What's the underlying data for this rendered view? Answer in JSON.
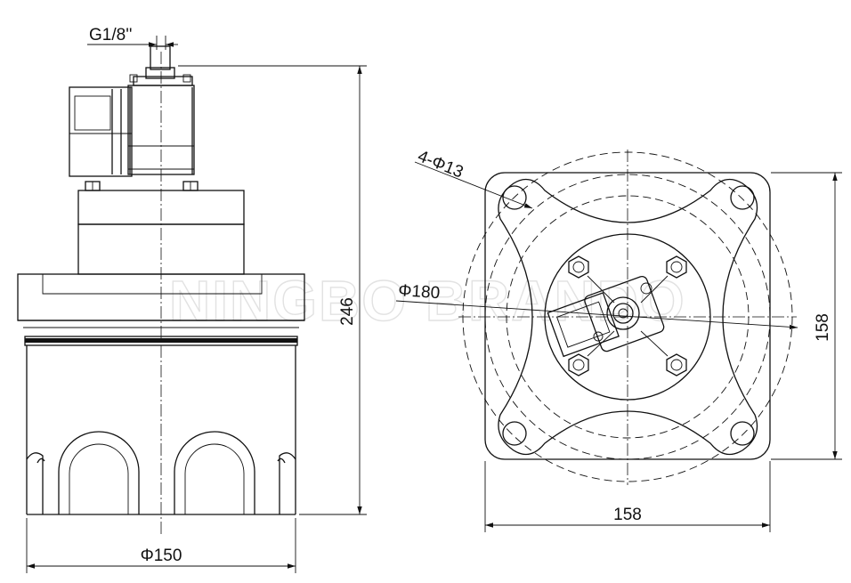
{
  "watermark": "NINGBO BRANDO",
  "side_view": {
    "thread_label": "G1/8''",
    "height_label": "246",
    "diameter_label": "Φ150"
  },
  "top_view": {
    "holes_label": "4-Φ13",
    "bolt_circle_label": "Φ180",
    "height_label": "158",
    "width_label": "158"
  }
}
